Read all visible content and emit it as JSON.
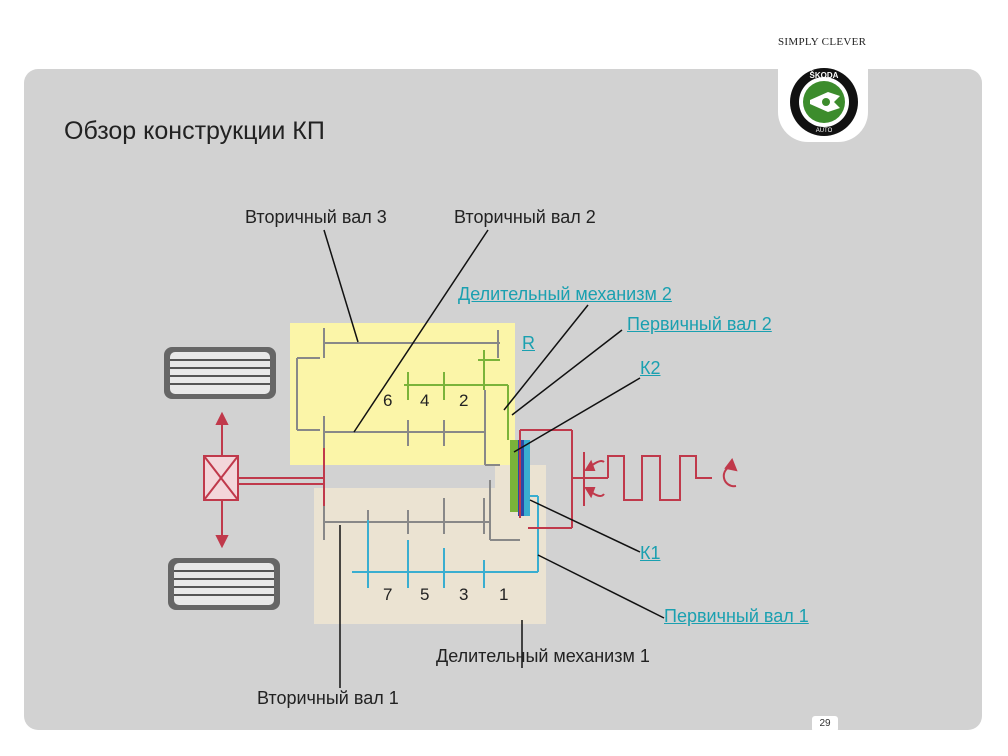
{
  "header": {
    "tagline": "SIMPLY CLEVER",
    "logo_text": "ŠKODA AUTO"
  },
  "slide": {
    "title": "Обзор конструкции КП",
    "page_number": "29"
  },
  "labels": {
    "secondary_shaft_3": "Вторичный вал 3",
    "secondary_shaft_2": "Вторичный вал 2",
    "divider_2": "Делительный механизм 2",
    "primary_shaft_2": "Первичный вал 2",
    "reverse": "R",
    "k2": "К2",
    "k1": "К1",
    "primary_shaft_1": "Первичный вал 1",
    "divider_1": "Делительный механизм 1",
    "secondary_shaft_1": "Вторичный вал 1"
  },
  "gears": {
    "upper": [
      "6",
      "4",
      "2"
    ],
    "lower": [
      "7",
      "5",
      "3",
      "1"
    ]
  },
  "colors": {
    "panel": "#d2d2d2",
    "upper_block": "#fbf5a8",
    "lower_block": "#ebe3d2",
    "primary_shaft_2": "#7ab33a",
    "primary_shaft_1": "#3aaed0",
    "output": "#c0394b",
    "link": "#1aa0b0",
    "logo_green": "#3c8c2c"
  }
}
